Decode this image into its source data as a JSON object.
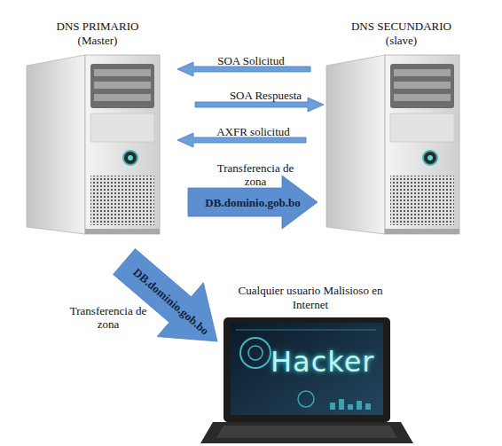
{
  "diagram": {
    "nodes": [
      {
        "text": [
          "DNS PRIMARIO (Master)"
        ]
      },
      {
        "text": [
          "DNS SECUNDARIO (slave)"
        ]
      },
      {
        "text": [
          "Cualquier usuario Malisioso en Internet",
          "Hacker"
        ]
      }
    ],
    "edges": [
      {
        "from": 1,
        "to": 0,
        "arrow": "to",
        "label": "SOA Solicitud"
      },
      {
        "from": 0,
        "to": 1,
        "arrow": "to",
        "label": "SOA Respuesta"
      },
      {
        "from": 1,
        "to": 0,
        "arrow": "to",
        "label": "AXFR solicitud"
      },
      {
        "from": 0,
        "to": 1,
        "arrow": "to",
        "label": "DB.dominio.gob.bo"
      },
      {
        "from": 0,
        "to": 2,
        "arrow": "to",
        "label": "DB.dominio.gob.bo"
      }
    ],
    "labels": [
      "Transferencia de zona",
      "Transferencia de zona"
    ]
  }
}
